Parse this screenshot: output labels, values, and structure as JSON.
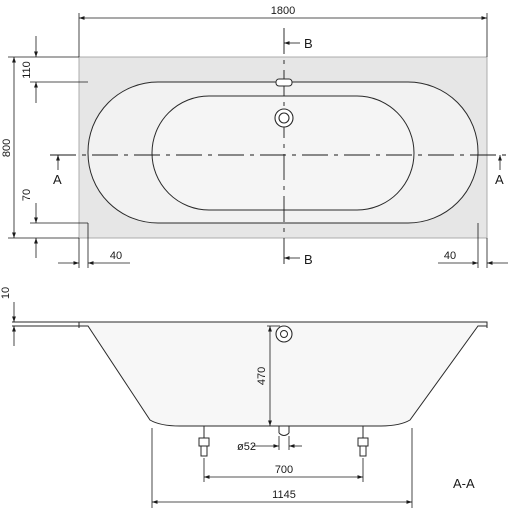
{
  "plan_view": {
    "overall_length": "1800",
    "overall_width": "800",
    "top_rim_width": "110",
    "bottom_rim_width": "70",
    "left_end_offset": "40",
    "right_end_offset": "40",
    "section_b_label": "B",
    "section_a_label": "A"
  },
  "section_view": {
    "rim_thickness": "10",
    "depth": "470",
    "drain_diameter": "ø52",
    "feet_spacing": "700",
    "bottom_length": "1145",
    "section_label": "A-A"
  },
  "colors": {
    "rim_fill": "#e6e6e6",
    "basin_fill": "#f2f2f2",
    "line": "#1a1a1a"
  }
}
